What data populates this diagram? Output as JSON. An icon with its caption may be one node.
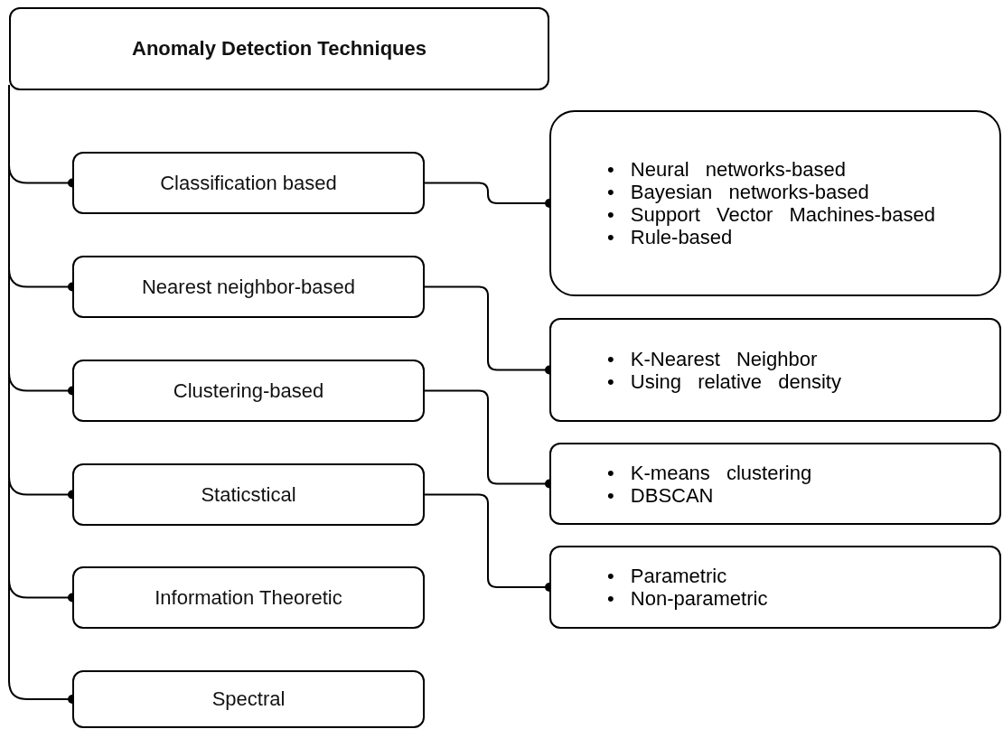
{
  "diagram": {
    "nodes": [
      {
        "text": [
          "Anomaly Detection Techniques"
        ]
      },
      {
        "text": [
          "Classification based"
        ]
      },
      {
        "text": [
          "Nearest neighbor-based"
        ]
      },
      {
        "text": [
          "Clustering-based"
        ]
      },
      {
        "text": [
          "Staticstical"
        ]
      },
      {
        "text": [
          "Information Theoretic"
        ]
      },
      {
        "text": [
          "Spectral"
        ]
      },
      {
        "text": [
          "• Neural networks-based",
          "• Bayesian networks-based",
          "• Support Vector Machines-based",
          "• Rule-based"
        ]
      },
      {
        "text": [
          "• K-Nearest Neighbor",
          "• Using relative density"
        ]
      },
      {
        "text": [
          "• K-means clustering",
          "• DBSCAN"
        ]
      },
      {
        "text": [
          "• Parametric",
          "• Non-parametric"
        ]
      }
    ],
    "edges": [
      {
        "from": 0,
        "to": 1,
        "arrow": "other"
      },
      {
        "from": 0,
        "to": 2,
        "arrow": "other"
      },
      {
        "from": 0,
        "to": 3,
        "arrow": "other"
      },
      {
        "from": 0,
        "to": 4,
        "arrow": "other"
      },
      {
        "from": 0,
        "to": 5,
        "arrow": "other"
      },
      {
        "from": 0,
        "to": 6,
        "arrow": "other"
      },
      {
        "from": 1,
        "to": 7,
        "arrow": "other"
      },
      {
        "from": 2,
        "to": 8,
        "arrow": "other"
      },
      {
        "from": 3,
        "to": 9,
        "arrow": "other"
      },
      {
        "from": 4,
        "to": 10,
        "arrow": "other"
      }
    ]
  }
}
